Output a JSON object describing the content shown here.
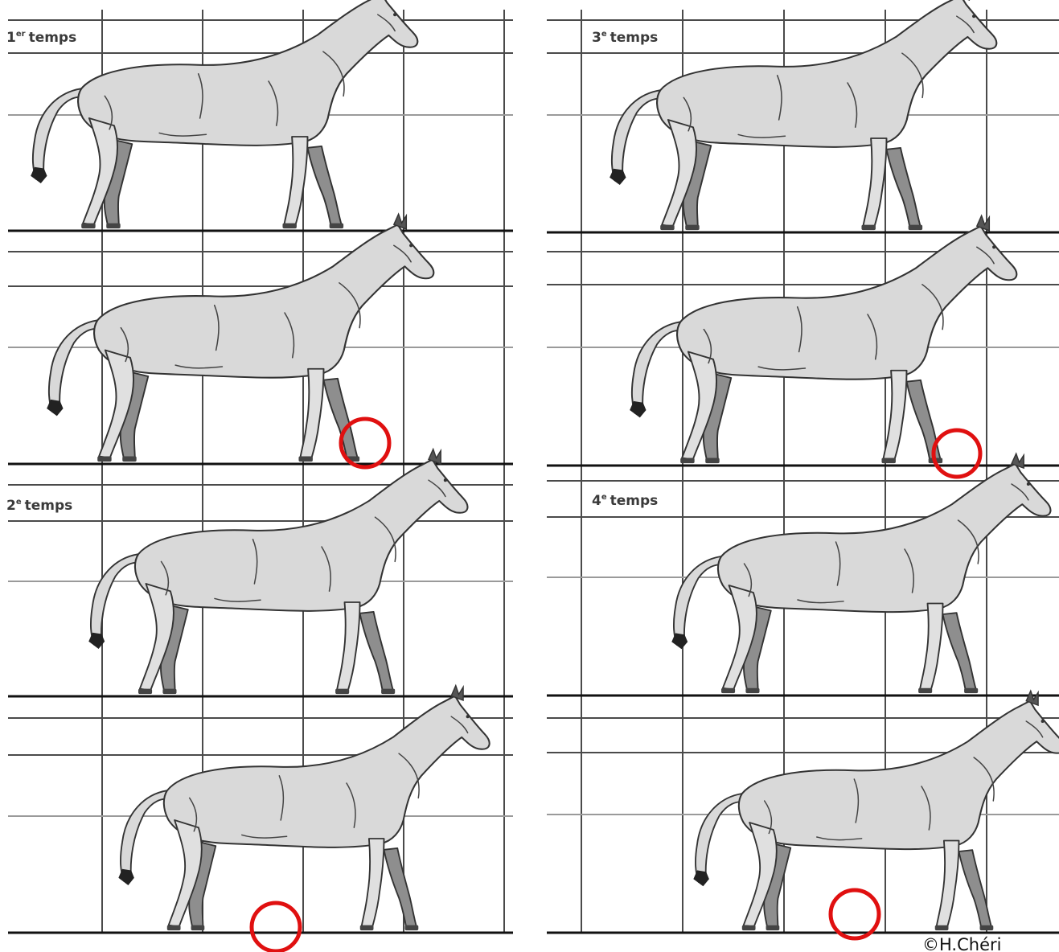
{
  "labels": {
    "temps1": {
      "num": "1",
      "sup": "er",
      "word": "temps"
    },
    "temps2": {
      "num": "2",
      "sup": "e",
      "word": "temps"
    },
    "temps3": {
      "num": "3",
      "sup": "e",
      "word": "temps"
    },
    "temps4": {
      "num": "4",
      "sup": "e",
      "word": "temps"
    }
  },
  "copyright": "©H.Chéri",
  "colors": {
    "highlight": "#e01010",
    "near_leg": "#e0e0e0",
    "far_leg": "#8e8e8e",
    "body": "#d9d9d9"
  }
}
